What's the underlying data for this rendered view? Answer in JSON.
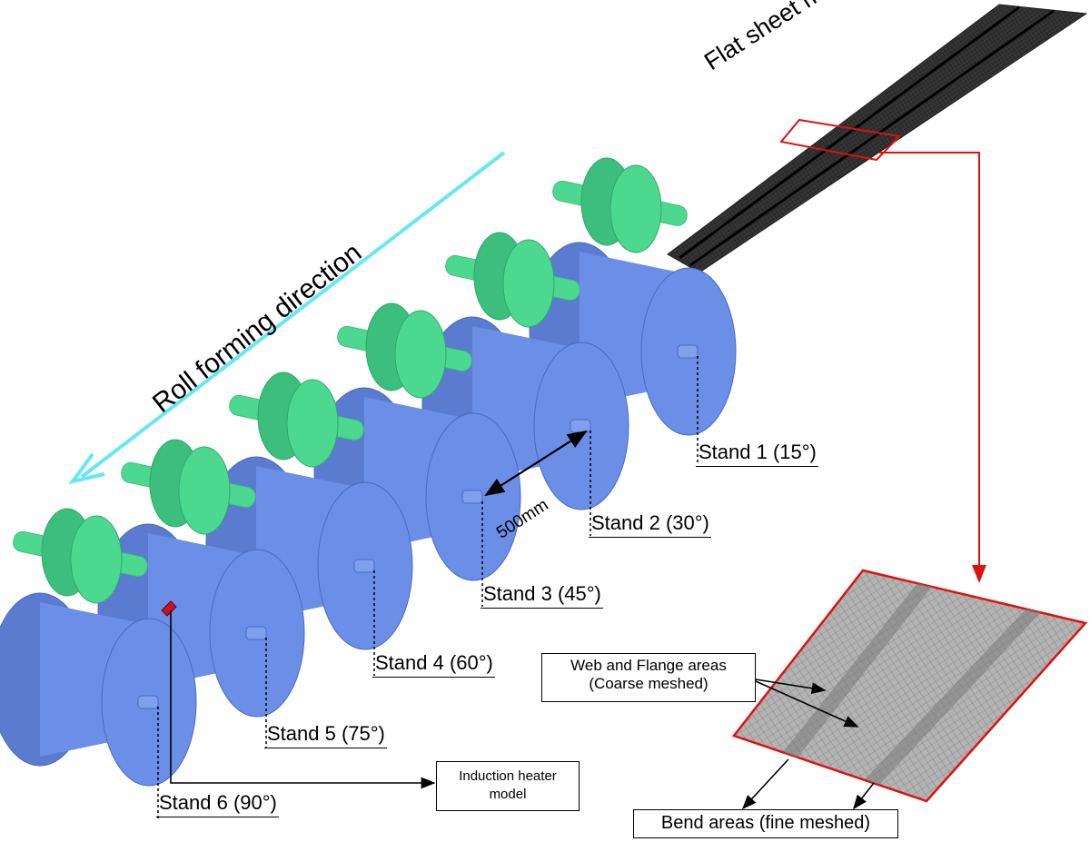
{
  "labels": {
    "flat_sheet": "Flat sheet metal",
    "direction": "Roll forming direction",
    "spacing": "500mm",
    "web_flange_line1": "Web and Flange areas",
    "web_flange_line2": "(Coarse meshed)",
    "bend_areas": "Bend areas (fine meshed)",
    "heater_line1": "Induction heater",
    "heater_line2": "model"
  },
  "stands": [
    {
      "label": "Stand 1 (15°)"
    },
    {
      "label": "Stand 2 (30°)"
    },
    {
      "label": "Stand 3 (45°)"
    },
    {
      "label": "Stand 4 (60°)"
    },
    {
      "label": "Stand 5 (75°)"
    },
    {
      "label": "Stand 6 (90°)"
    }
  ],
  "colors": {
    "lower_roll": "#6b8fe6",
    "upper_roll": "#4cd98f",
    "direction_arrow": "#66e8f2",
    "highlight": "#e01010",
    "sheet": "#2a2a2a",
    "mesh": "#a9a9a9",
    "heater": "#c8102e"
  }
}
